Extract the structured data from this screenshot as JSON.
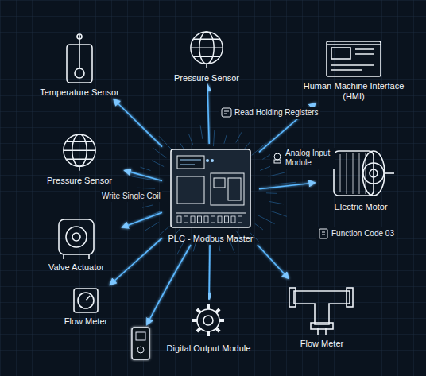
{
  "diagram": {
    "nodes": [
      {
        "text": [
          "Temperature Sensor"
        ]
      },
      {
        "text": [
          "Pressure Sensor"
        ]
      },
      {
        "text": [
          "Human-Machine Interface (HMI)"
        ]
      },
      {
        "text": [
          "Pressure Sensor"
        ]
      },
      {
        "text": [
          "PLC - Modbus Master"
        ]
      },
      {
        "text": [
          "Electric Motor"
        ]
      },
      {
        "text": [
          "Valve Actuator"
        ]
      },
      {
        "text": [
          "Flow Meter"
        ]
      },
      {
        "text": [
          "Digital Output Module"
        ]
      },
      {
        "text": [
          "Flow Meter"
        ]
      }
    ],
    "edges": [
      {
        "from": 4,
        "to": 0,
        "arrow": "to"
      },
      {
        "from": 4,
        "to": 1,
        "arrow": "to"
      },
      {
        "from": 4,
        "to": 2,
        "arrow": "to"
      },
      {
        "from": 4,
        "to": 3,
        "arrow": "to"
      },
      {
        "from": 4,
        "to": 5,
        "arrow": "to"
      },
      {
        "from": 4,
        "to": 6,
        "arrow": "to"
      },
      {
        "from": 4,
        "to": 7,
        "arrow": "to"
      },
      {
        "from": 4,
        "to": 8,
        "arrow": "to"
      },
      {
        "from": 4,
        "to": 9,
        "arrow": "to"
      }
    ],
    "labels": [
      "Read Holding Registers",
      "Analog Input Module",
      "Write Single Coil",
      "Function Code 03"
    ]
  }
}
